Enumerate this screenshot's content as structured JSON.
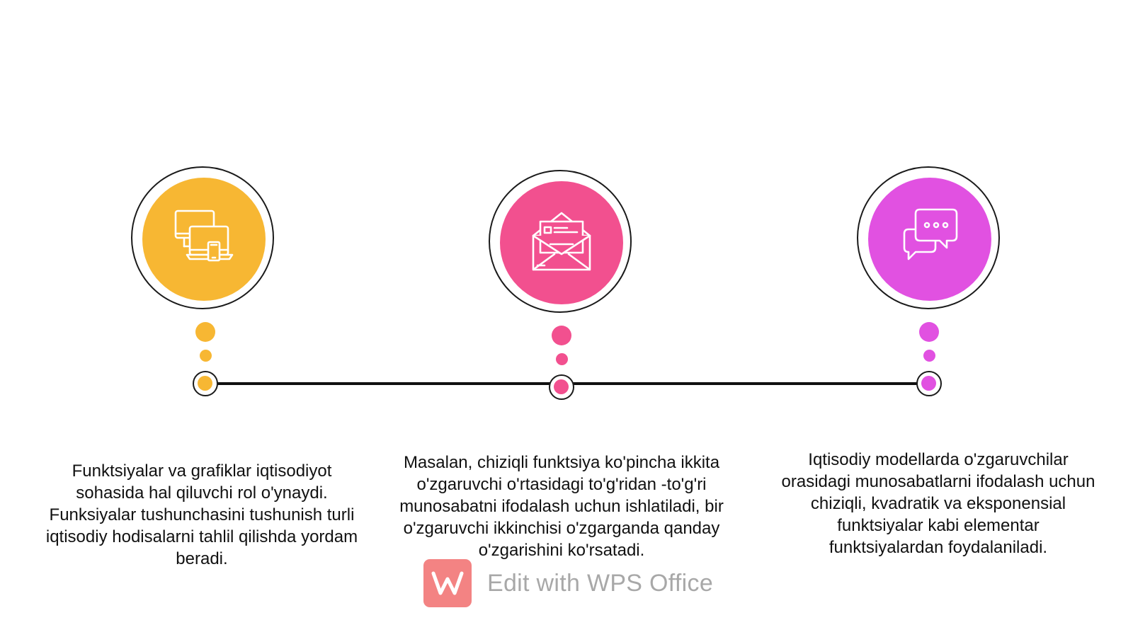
{
  "colors": {
    "orange": "#F7B733",
    "pink": "#F2508F",
    "magenta": "#E151E1",
    "line": "#111111",
    "watermark_logo": "#F26E6E"
  },
  "steps": [
    {
      "icon": "devices-icon",
      "color": "orange",
      "text": "Funktsiyalar va grafiklar iqtisodiyot sohasida hal qiluvchi rol o'ynaydi. Funksiyalar tushunchasini tushunish turli iqtisodiy hodisalarni tahlil qilishda yordam beradi."
    },
    {
      "icon": "envelope-letter-icon",
      "color": "pink",
      "text": "Masalan, chiziqli funktsiya ko'pincha ikkita o'zgaruvchi o'rtasidagi to'g'ridan -to'g'ri munosabatni ifodalash uchun ishlatiladi, bir o'zgaruvchi ikkinchisi o'zgarganda qanday o'zgarishini ko'rsatadi."
    },
    {
      "icon": "chat-bubbles-icon",
      "color": "magenta",
      "text": "Iqtisodiy modellarda o'zgaruvchilar orasidagi munosabatlarni ifodalash uchun chiziqli, kvadratik va eksponensial funktsiyalar kabi elementar funktsiyalardan foydalaniladi."
    }
  ],
  "watermark": {
    "icon": "wps-office-logo-icon",
    "text": "Edit with WPS Office"
  }
}
